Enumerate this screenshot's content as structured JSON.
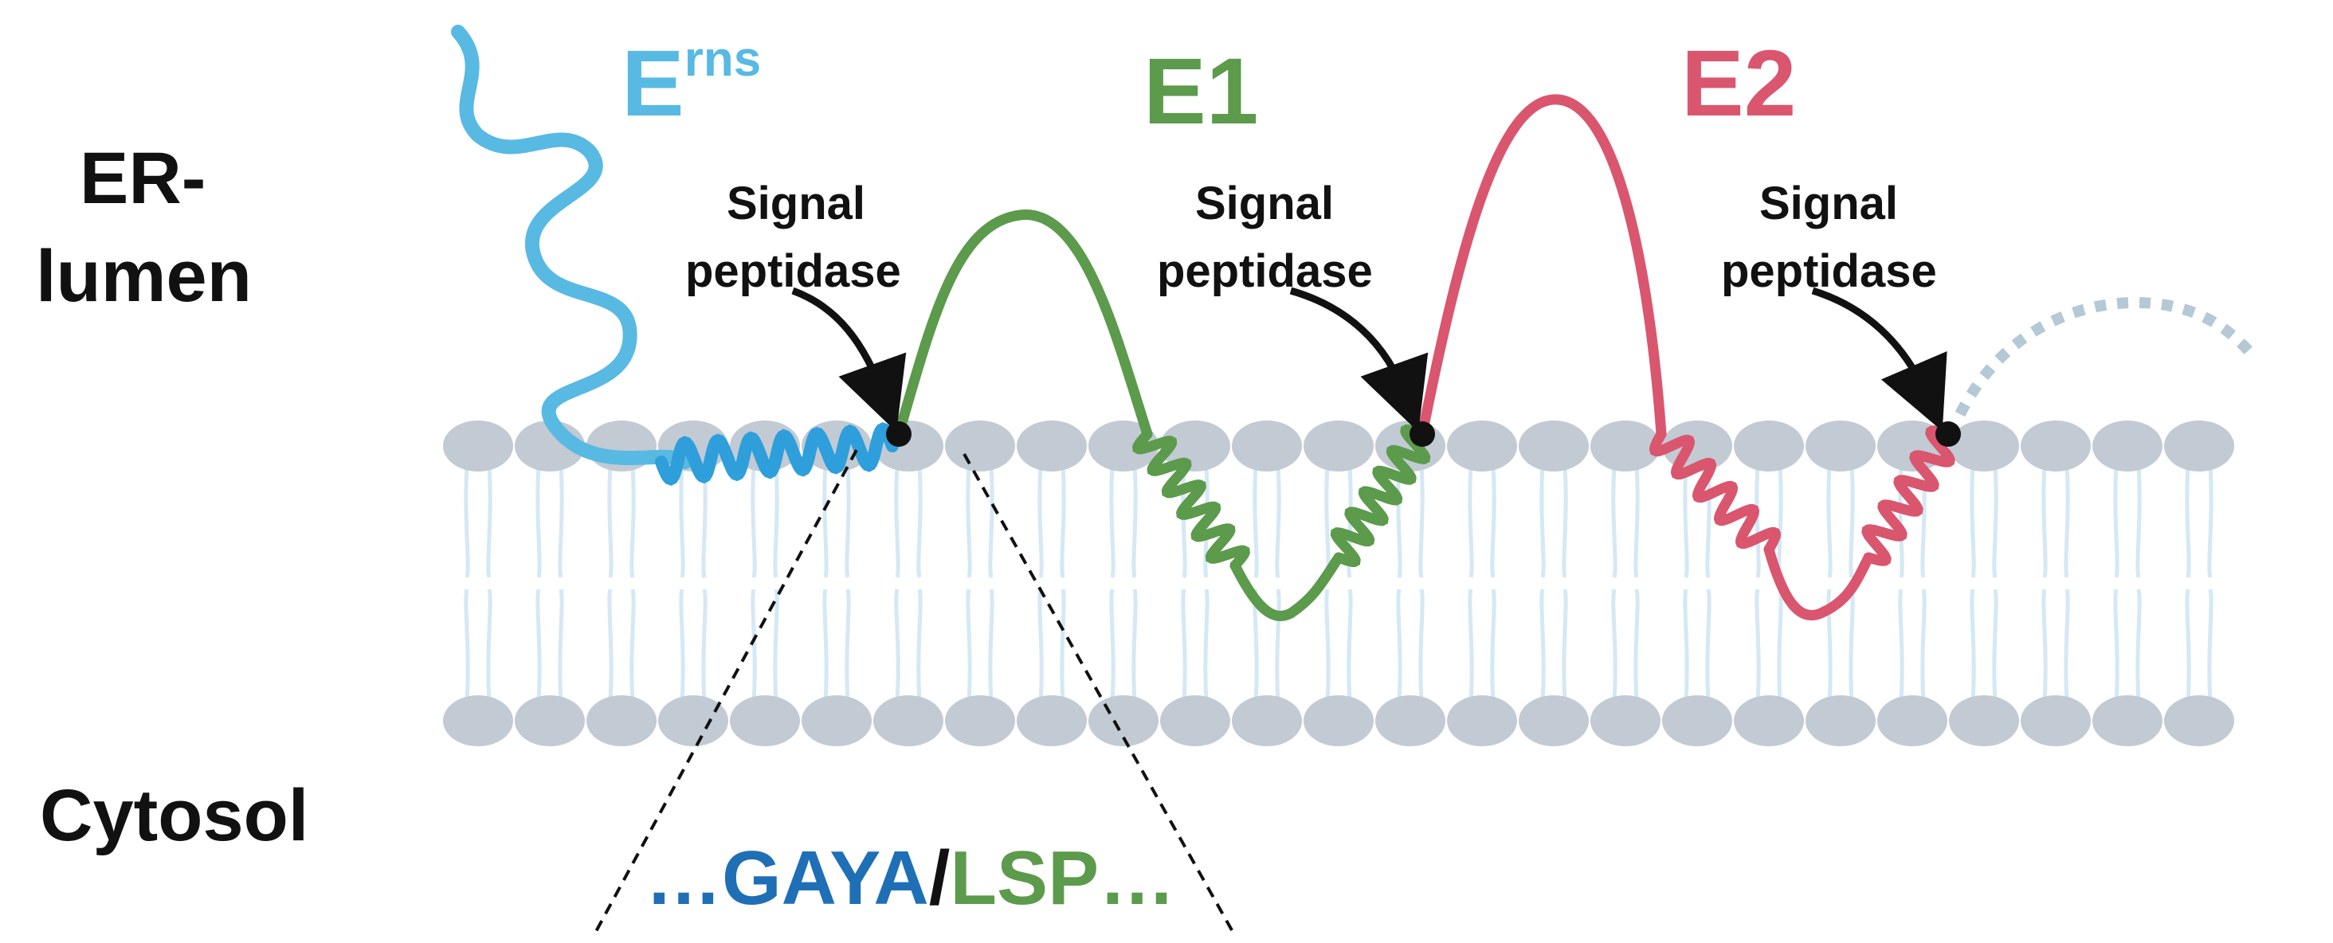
{
  "regions": {
    "lumen_line1": "ER-",
    "lumen_line2": "lumen",
    "cytosol": "Cytosol"
  },
  "proteins": {
    "erns_base": "E",
    "erns_sup": "rns",
    "e1": "E1",
    "e2": "E2"
  },
  "enzymes": [
    {
      "line1": "Signal",
      "line2": "peptidase"
    },
    {
      "line1": "Signal",
      "line2": "peptidase"
    },
    {
      "line1": "Signal",
      "line2": "peptidase"
    }
  ],
  "sequence": {
    "prefix": "…",
    "part_a": "GAYA",
    "slash": "/",
    "part_b": "LSP",
    "suffix": "…"
  },
  "colors": {
    "erns": "#58b9e3",
    "erns_helix": "#2e9fdb",
    "e1": "#5c9a4c",
    "e2": "#d9566e",
    "lipid_head": "#c2cad4",
    "lipid_tail": "#d4e8f5",
    "seq_blue": "#1f6fb7",
    "seq_green": "#5c9a4c",
    "text": "#111111"
  }
}
